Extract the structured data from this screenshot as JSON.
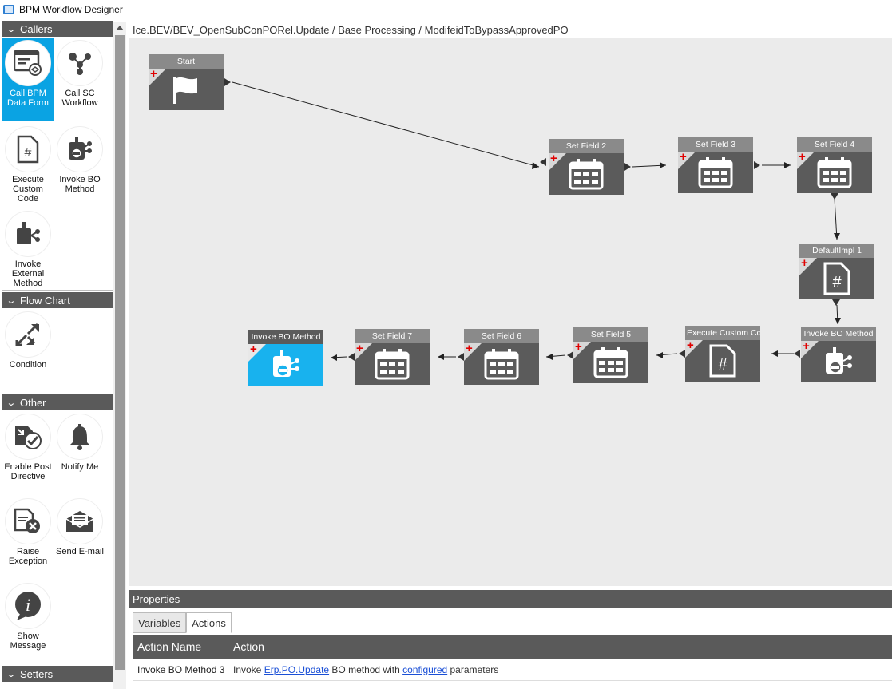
{
  "window": {
    "title": "BPM Workflow Designer"
  },
  "palette": {
    "sections": [
      {
        "label": "Callers"
      },
      {
        "label": "Flow Chart"
      },
      {
        "label": "Other"
      },
      {
        "label": "Setters"
      }
    ],
    "tools": {
      "call_bpm_data_form": "Call BPM Data Form",
      "call_sc_workflow": "Call SC Workflow",
      "execute_custom_code": "Execute Custom Code",
      "invoke_bo_method": "Invoke BO Method",
      "invoke_external_method": "Invoke External Method",
      "condition": "Condition",
      "enable_post_directive": "Enable Post Directive",
      "notify_me": "Notify Me",
      "raise_exception": "Raise Exception",
      "send_email": "Send E-mail",
      "show_message": "Show Message"
    }
  },
  "breadcrumb": "Ice.BEV/BEV_OpenSubConPORel.Update / Base Processing / ModifeidToBypassApprovedPO",
  "workflow": {
    "nodes": {
      "start": "Start",
      "set_field_2": "Set Field 2",
      "set_field_3": "Set Field 3",
      "set_field_4": "Set Field 4",
      "default_impl_1": "DefaultImpl 1",
      "invoke_bo_method_right": "Invoke BO Method",
      "execute_custom_code": "Execute Custom Code",
      "set_field_5": "Set Field 5",
      "set_field_6": "Set Field 6",
      "set_field_7": "Set Field 7",
      "invoke_bo_method_selected": "Invoke BO Method"
    }
  },
  "properties": {
    "title": "Properties",
    "tabs": [
      "Variables",
      "Actions"
    ],
    "active_tab": "Actions",
    "columns": [
      "Action Name",
      "Action"
    ],
    "row": {
      "name": "Invoke BO Method 3",
      "action_prefix": "Invoke ",
      "action_link1": "Erp.PO.Update",
      "action_mid": " BO method with ",
      "action_link2": "configured",
      "action_suffix": " parameters"
    }
  },
  "colors": {
    "node_body": "#5b5b5b",
    "node_header": "#8a8a8a",
    "selected": "#18b2ee",
    "section_header": "#5a5a5a"
  }
}
